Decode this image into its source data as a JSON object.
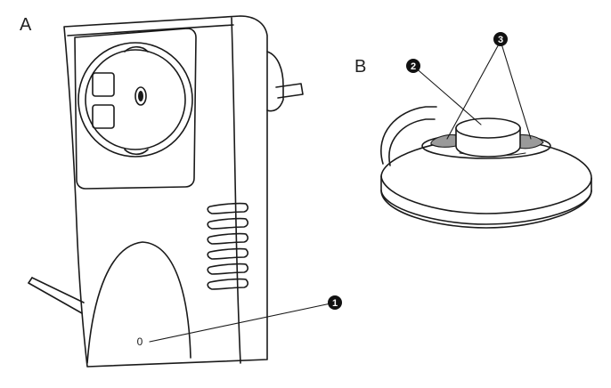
{
  "panels": {
    "a": {
      "label": "A"
    },
    "b": {
      "label": "B"
    }
  },
  "callouts": [
    {
      "number": "1"
    },
    {
      "number": "2"
    },
    {
      "number": "3"
    }
  ],
  "device_a": {
    "indicator_mark": "0"
  }
}
